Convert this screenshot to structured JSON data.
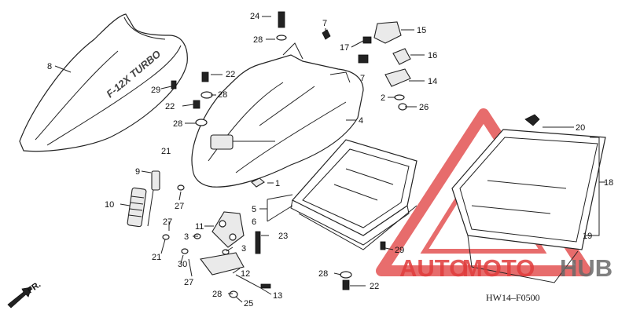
{
  "diagram": {
    "code": "HW14–F0500",
    "direction_label": "FR.",
    "seat_text": "F-12X TURBO",
    "watermark": {
      "text_a": "AUTO",
      "text_b": "MOTO",
      "text_c": "HUB",
      "color_red": "#e03c3c",
      "color_grey": "#6a6a6a"
    },
    "callouts": {
      "c1": "1",
      "c2": "2",
      "c3a": "3",
      "c3b": "3",
      "c4": "4",
      "c5": "5",
      "c6": "6",
      "c7a": "7",
      "c7b": "7",
      "c8": "8",
      "c9": "9",
      "c10": "10",
      "c11": "11",
      "c12": "12",
      "c13": "13",
      "c14": "14",
      "c15": "15",
      "c16": "16",
      "c17": "17",
      "c18": "18",
      "c19": "19",
      "c20": "20",
      "c21a": "21",
      "c21b": "21",
      "c22a": "22",
      "c22b": "22",
      "c22c": "22",
      "c23": "23",
      "c24": "24",
      "c25": "25",
      "c26": "26",
      "c27a": "27",
      "c27b": "27",
      "c27c": "27",
      "c28a": "28",
      "c28b": "28",
      "c28c": "28",
      "c28d": "28",
      "c28e": "28",
      "c29a": "29",
      "c29b": "29",
      "c30": "30"
    }
  }
}
